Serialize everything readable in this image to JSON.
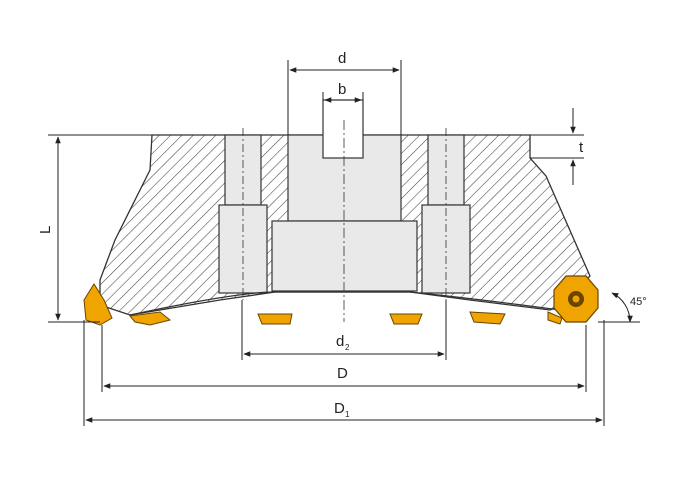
{
  "labels": {
    "d": "d",
    "b": "b",
    "t": "t",
    "L": "L",
    "d2": "d",
    "d2_sub": "2",
    "D": "D",
    "D1": "D",
    "D1_sub": "1",
    "angle": "45°"
  },
  "colors": {
    "line": "#333333",
    "bore_fill": "#e9e9e9",
    "insert": "#f0a400",
    "insert_dark": "#8a5a00",
    "screw": "#7a4b00"
  }
}
